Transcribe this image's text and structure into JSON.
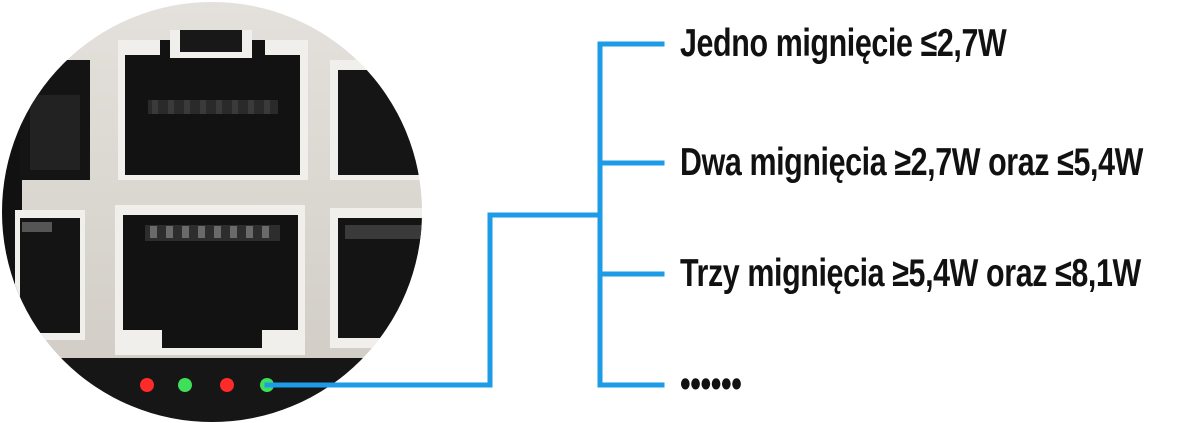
{
  "labels": [
    "Jedno mignięcie ≤2,7W",
    "Dwa mignięcia ≥2,7W oraz ≤5,4W",
    "Trzy mignięcia ≥5,4W oraz ≤8,1W",
    "••••••"
  ],
  "colors": {
    "connector": "#1e9be6",
    "panel": "#d9d5cf",
    "port_dark": "#161616",
    "led_red": "#ff2a2a",
    "led_green": "#3ee05a"
  },
  "leds": [
    "red",
    "green",
    "red",
    "green"
  ],
  "icon": "switch-port-leds-photo"
}
